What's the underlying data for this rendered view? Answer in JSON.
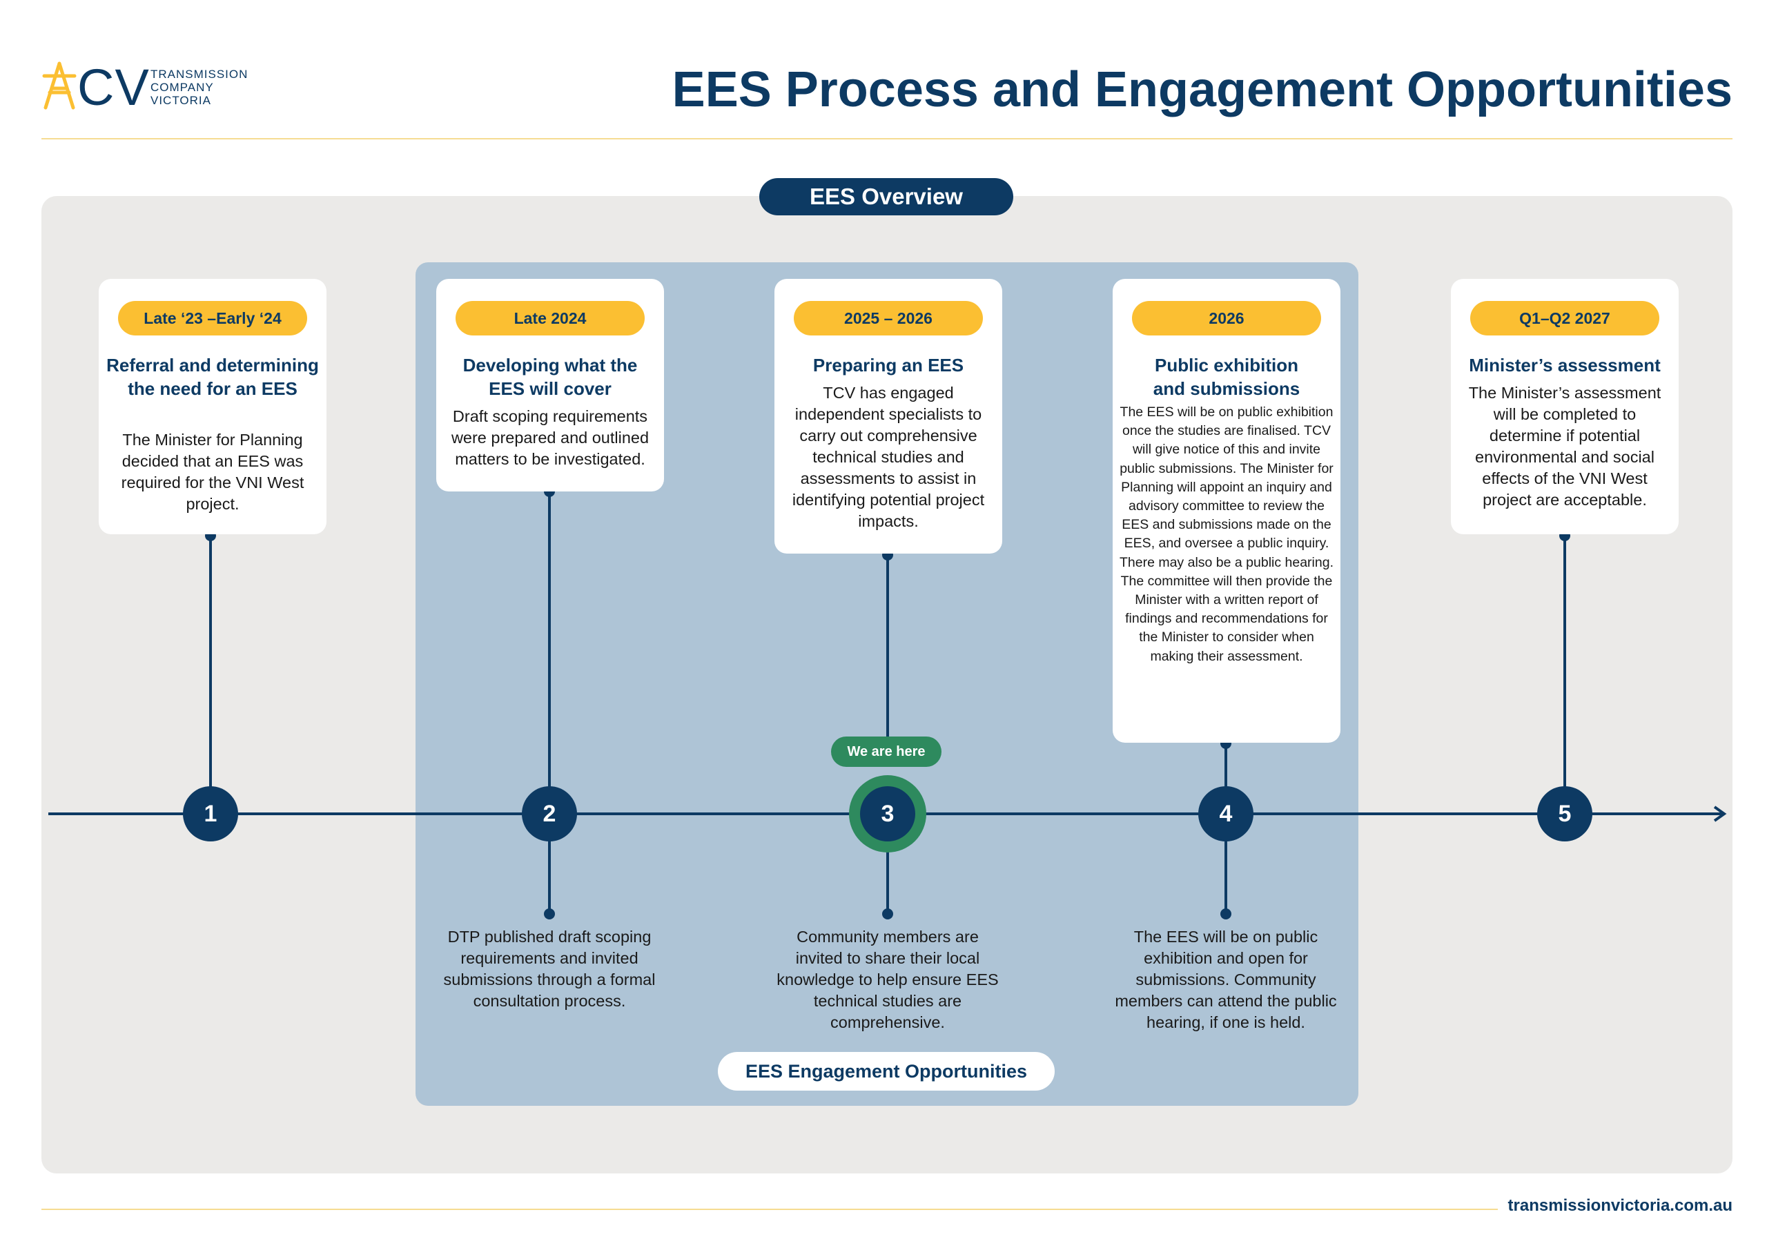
{
  "header": {
    "logo_mark": "CV",
    "logo_lines": [
      "TRANSMISSION",
      "COMPANY",
      "VICTORIA"
    ],
    "title": "EES Process and Engagement Opportunities"
  },
  "overview_label": "EES Overview",
  "engagement_label": "EES Engagement Opportunities",
  "we_are_here": "We are here",
  "stages": [
    {
      "number": "1",
      "date": "Late ‘23 –Early ‘24",
      "title": "Referral and determining the need for an EES",
      "body": "The Minister for Planning decided that an EES was required for the VNI West project.",
      "engagement": ""
    },
    {
      "number": "2",
      "date": "Late 2024",
      "title": "Developing what the EES will cover",
      "body": "Draft scoping requirements were prepared and outlined matters to be investigated.",
      "engagement": "DTP published draft scoping requirements and invited submissions through a formal consultation process."
    },
    {
      "number": "3",
      "date": "2025 – 2026",
      "title": "Preparing an EES",
      "body": "TCV has engaged independent specialists to carry out comprehensive technical studies and assessments to assist in identifying potential project impacts.",
      "engagement": "Community members are invited to share their local knowledge to help ensure EES technical studies are comprehensive."
    },
    {
      "number": "4",
      "date": "2026",
      "title": "Public exhibition and submissions",
      "body": "The EES will be on public exhibition once the studies are finalised. TCV will give notice of this and invite public submissions. The Minister for Planning will appoint an inquiry and advisory committee to review the EES and submissions made on the EES, and oversee a public inquiry. There may also be a public hearing. The committee will then provide the Minister with a written report of findings and recommendations for the Minister to consider when making their assessment.",
      "engagement": "The EES will be on public exhibition and open for submissions. Community members can attend the public hearing, if one is held."
    },
    {
      "number": "5",
      "date": "Q1–Q2 2027",
      "title": "Minister’s assessment",
      "body": "The Minister’s assessment will be completed to determine if potential environmental and social effects of the VNI West project are acceptable.",
      "engagement": ""
    }
  ],
  "current_stage": "3",
  "footer": {
    "url": "transmissionvictoria.com.au"
  },
  "colors": {
    "navy": "#0d3a63",
    "yellow": "#fbbf32",
    "green": "#2e8a5e",
    "panel_grey": "#ebeae8",
    "panel_blue": "#aec4d6"
  }
}
